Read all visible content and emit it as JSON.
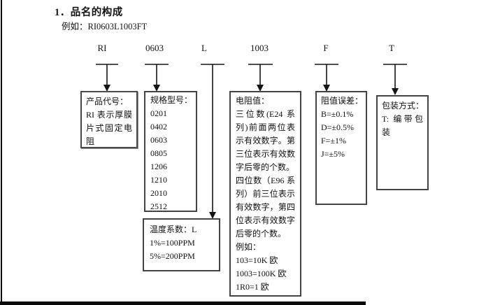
{
  "page": {
    "section_title": "1．品名的构成",
    "example": "例如：RI0603L1003FT"
  },
  "code_parts": [
    "RI",
    "0603",
    "L",
    "1003",
    "F",
    "T"
  ],
  "boxes": {
    "product_code": {
      "title": "产品代号：",
      "body": "RI 表示厚膜片式固定电阻"
    },
    "spec_model": {
      "title": "规格型号：",
      "items": [
        "0201",
        "0402",
        "0603",
        "0805",
        "1206",
        "1210",
        "2010",
        "2512"
      ]
    },
    "temp_coefficient": {
      "title": "温度系数：L",
      "items": [
        "1%=100PPM",
        "5%=200PPM"
      ]
    },
    "resistance_value": {
      "title": "电阻值：",
      "para1": "三位数(E24 系列)前面两位表示有效数字。第三位表示有效数字后零的个数。",
      "para2": "四位数（E96 系列）前三位表示有效数字，第四位表示有效数字后零的个数。",
      "example_label": "例如：",
      "examples": [
        "103=10K 欧",
        "1003=100K 欧",
        "1R0=1 欧"
      ]
    },
    "tolerance": {
      "title": "阻值误差：",
      "items": [
        "B=±0.1%",
        "D=±0.5%",
        "F=±1%",
        "J=±5%"
      ]
    },
    "packaging": {
      "title": "包装方式：",
      "body": "T: 编带包装"
    }
  }
}
